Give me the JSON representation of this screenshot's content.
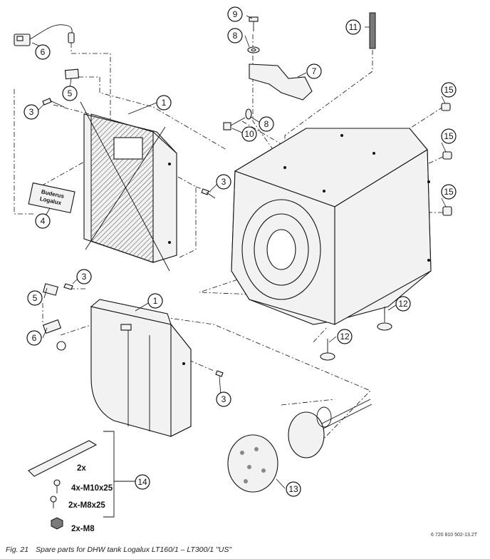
{
  "figure": {
    "number": "Fig. 21",
    "caption": "Spare parts for DHW tank Logalux LT160/1 – LT300/1 \"US\"",
    "doc_number": "6 720 810 502-13.2T"
  },
  "labels": {
    "nameplate_line1": "Buderus",
    "nameplate_line2": "Logalux"
  },
  "callouts": [
    {
      "id": "c6a",
      "n": "6"
    },
    {
      "id": "c5a",
      "n": "5"
    },
    {
      "id": "c3a",
      "n": "3"
    },
    {
      "id": "c1a",
      "n": "1"
    },
    {
      "id": "c4",
      "n": "4"
    },
    {
      "id": "c3b",
      "n": "3"
    },
    {
      "id": "c9",
      "n": "9"
    },
    {
      "id": "c8a",
      "n": "8"
    },
    {
      "id": "c7",
      "n": "7"
    },
    {
      "id": "c11",
      "n": "11"
    },
    {
      "id": "c8b",
      "n": "8"
    },
    {
      "id": "c10",
      "n": "10"
    },
    {
      "id": "c15a",
      "n": "15"
    },
    {
      "id": "c15b",
      "n": "15"
    },
    {
      "id": "c15c",
      "n": "15"
    },
    {
      "id": "c3c",
      "n": "3"
    },
    {
      "id": "c5b",
      "n": "5"
    },
    {
      "id": "c6b",
      "n": "6"
    },
    {
      "id": "c1b",
      "n": "1"
    },
    {
      "id": "c12a",
      "n": "12"
    },
    {
      "id": "c12b",
      "n": "12"
    },
    {
      "id": "c3d",
      "n": "3"
    },
    {
      "id": "c14",
      "n": "14"
    },
    {
      "id": "c13",
      "n": "13"
    }
  ],
  "kit14": [
    {
      "id": "rail",
      "text": "2x"
    },
    {
      "id": "screw1",
      "text": "4x-M10x25"
    },
    {
      "id": "screw2",
      "text": "2x-M8x25"
    },
    {
      "id": "nut",
      "text": "2x-M8"
    }
  ]
}
